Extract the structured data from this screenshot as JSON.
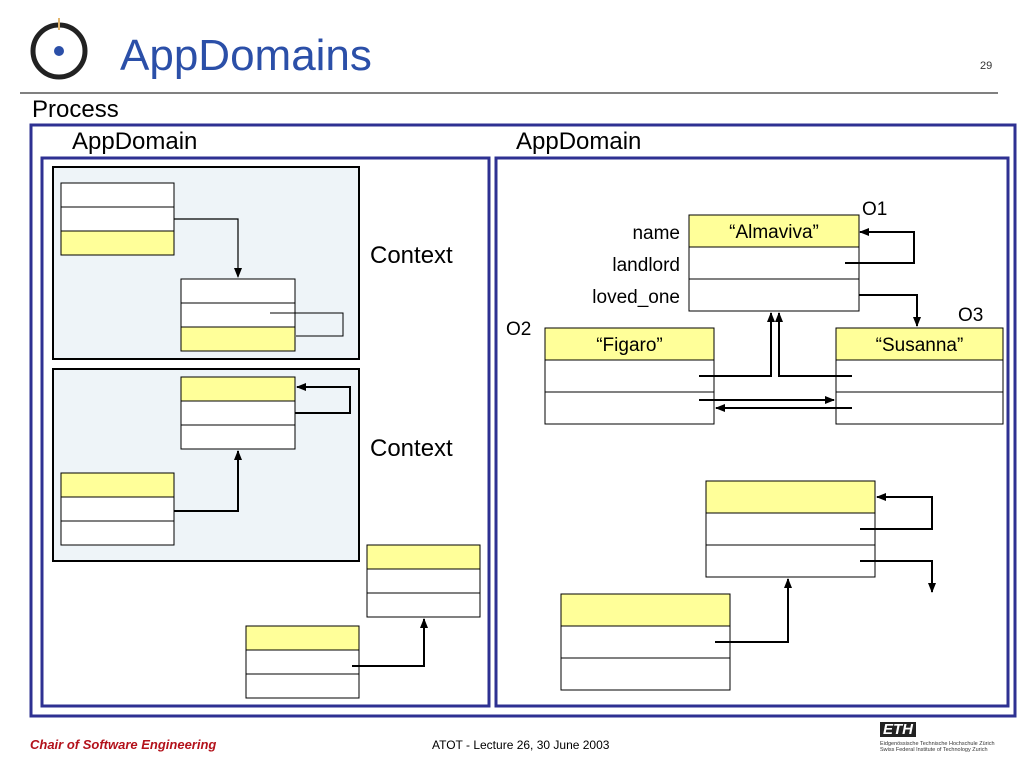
{
  "slide": {
    "title": "AppDomains",
    "number": "29"
  },
  "diagram": {
    "process_label": "Process",
    "appdomain_left_label": "AppDomain",
    "appdomain_right_label": "AppDomain",
    "context_1_label": "Context",
    "context_2_label": "Context",
    "field_name": "name",
    "field_landlord": "landlord",
    "field_loved_one": "loved_one",
    "o1_label": "O1",
    "o2_label": "O2",
    "o3_label": "O3",
    "almaviva_value": "“Almaviva”",
    "figaro_value": "“Figaro”",
    "susanna_value": "“Susanna”"
  },
  "footer": {
    "left": "Chair of Software Engineering",
    "center": "ATOT - Lecture 26, 30 June 2003",
    "logo_text": "ETH",
    "logo_sub1": "Eidgenössische Technische Hochschule Zürich",
    "logo_sub2": "Swiss Federal Institute of Technology Zurich"
  },
  "colors": {
    "title": "#2b4fa8",
    "frame": "#2e3192",
    "context_fill": "#eef4f8",
    "highlight": "#ffff99",
    "footer_red": "#b3121b"
  }
}
